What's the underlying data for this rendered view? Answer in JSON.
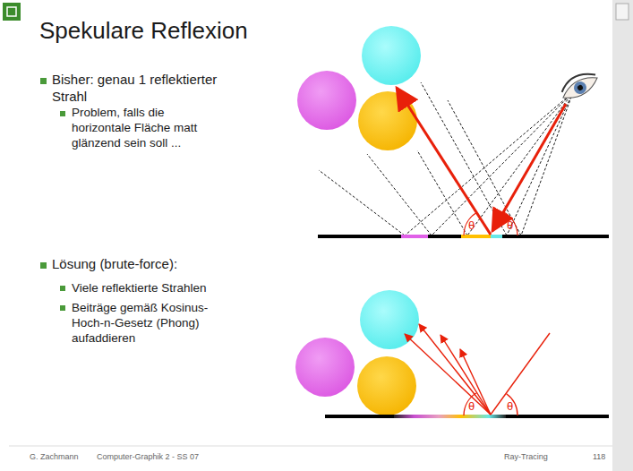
{
  "diagram": {
    "title": "Spekulare Reflexion",
    "labels": [
      "Bisher: genau 1 reflektierter Strahl",
      "Problem, falls die horizontale Fläche matt glänzend sein soll ...",
      "Lösung (brute-force):",
      "Viele reflektierte Strahlen",
      "Beiträge gemäß Kosinus-Hoch-n-Gesetz (Phong) aufaddieren",
      "θ",
      "θ",
      "θ",
      "θ",
      "G. Zachmann",
      "Computer-Graphik 2 - SS 07",
      "Ray-Tracing",
      "118"
    ]
  }
}
